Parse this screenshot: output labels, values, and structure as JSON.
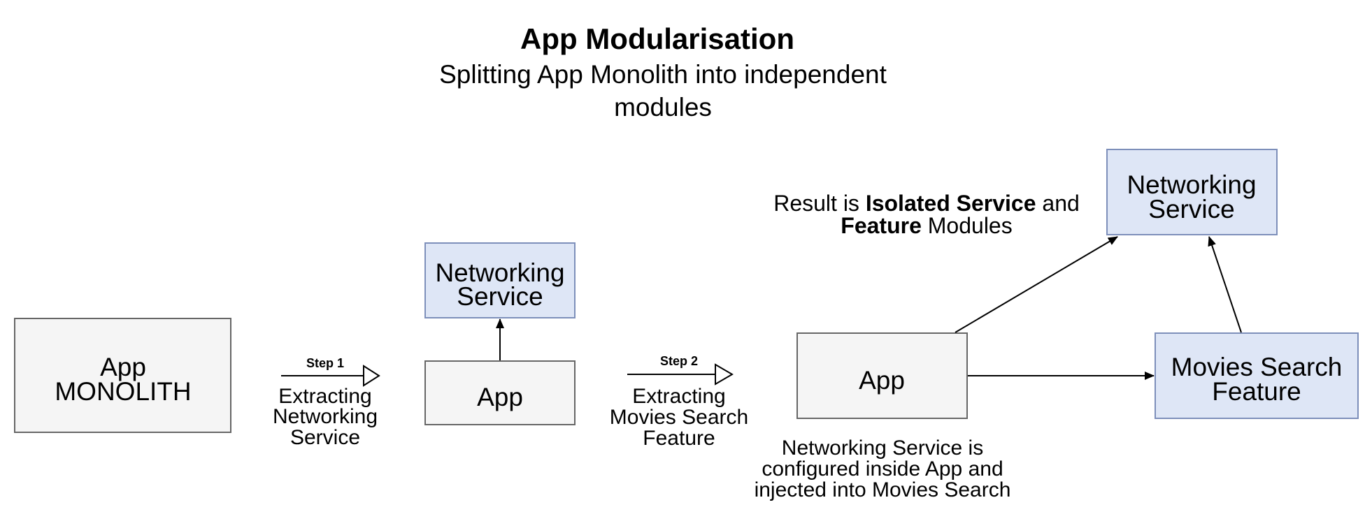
{
  "title": "App Modularisation",
  "subtitle": {
    "line1": "Splitting App Monolith into independent",
    "line2": "modules"
  },
  "monolith": {
    "line1": "App",
    "line2": "MONOLITH"
  },
  "step1": {
    "label": "Step 1",
    "line1": "Extracting",
    "line2": "Networking",
    "line3": "Service"
  },
  "stage1": {
    "networking": {
      "line1": "Networking",
      "line2": "Service"
    },
    "app": "App"
  },
  "step2": {
    "label": "Step 2",
    "line1": "Extracting",
    "line2": "Movies Search",
    "line3": "Feature"
  },
  "stage2": {
    "result": {
      "prefix": "Result is ",
      "bold1": "Isolated Service",
      "middle": " and",
      "bold2": "Feature",
      "suffix": " Modules"
    },
    "networking": {
      "line1": "Networking",
      "line2": "Service"
    },
    "app": "App",
    "movies": {
      "line1": "Movies Search",
      "line2": "Feature"
    },
    "note": {
      "line1": "Networking Service is",
      "line2": "configured inside App and",
      "line3": "injected into Movies Search"
    }
  },
  "colors": {
    "module_fill": "#dee6f6",
    "module_stroke": "#7d8fba",
    "app_fill": "#f5f5f5",
    "app_stroke": "#666666"
  }
}
